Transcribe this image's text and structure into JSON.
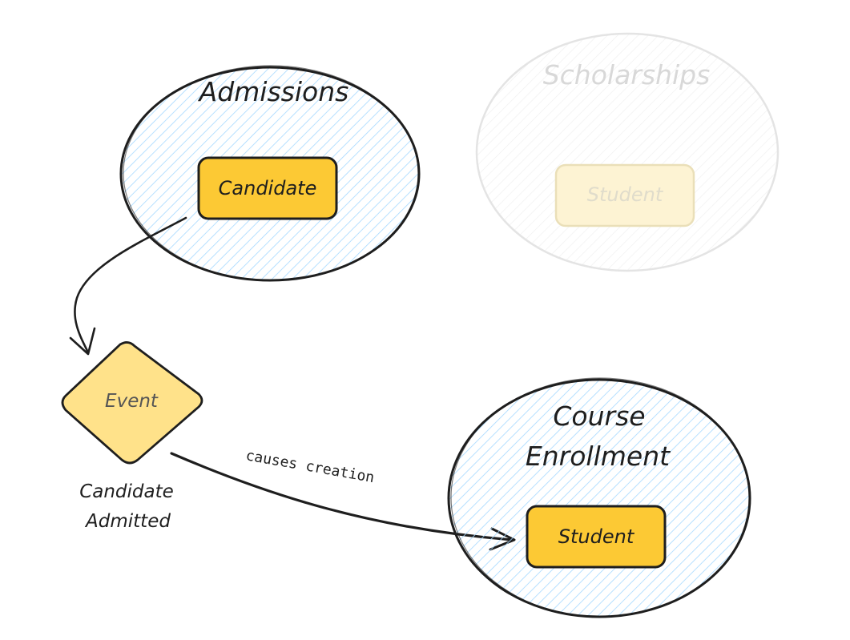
{
  "contexts": {
    "admissions": {
      "title": "Admissions",
      "entity": "Candidate"
    },
    "scholarships": {
      "title": "Scholarships",
      "entity": "Student",
      "faded": true
    },
    "course_enrollment": {
      "title_line1": "Course",
      "title_line2": "Enrollment",
      "entity": "Student"
    }
  },
  "event": {
    "label": "Event",
    "caption_line1": "Candidate",
    "caption_line2": "Admitted"
  },
  "edges": {
    "event_to_enrollment_label": "causes creation"
  },
  "colors": {
    "stroke": "#1e1e1e",
    "hatch": "#a5d8ff",
    "entity_fill": "#fcc934",
    "event_fill": "#ffe28a",
    "faded_stroke": "#e6e6e6",
    "faded_entity_fill": "#fdf3d3",
    "faded_entity_stroke": "#eadfb8"
  }
}
